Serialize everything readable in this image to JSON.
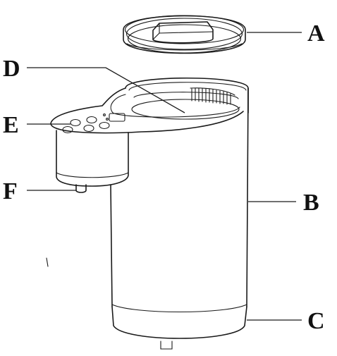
{
  "callouts": {
    "a": "A",
    "b": "B",
    "c": "C",
    "d": "D",
    "e": "E",
    "f": "F"
  },
  "colors": {
    "stroke": "#1a1a1a",
    "background": "#ffffff"
  }
}
